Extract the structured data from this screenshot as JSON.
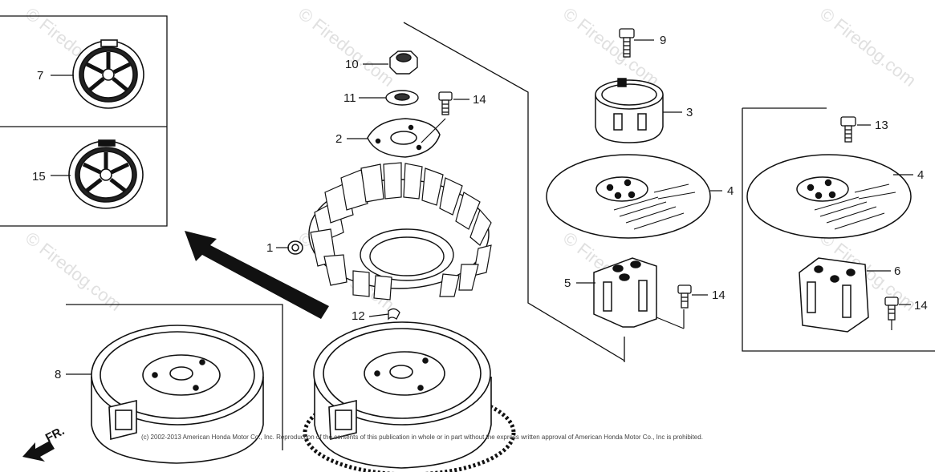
{
  "diagram": {
    "callouts": {
      "c1": "1",
      "c2": "2",
      "c3": "3",
      "c4a": "4",
      "c4b": "4",
      "c5": "5",
      "c6": "6",
      "c7": "7",
      "c8": "8",
      "c9": "9",
      "c10": "10",
      "c11": "11",
      "c12": "12",
      "c13": "13",
      "c14a": "14",
      "c14b": "14",
      "c14c": "14",
      "c15": "15"
    },
    "direction_label": "FR.",
    "copyright": "(c) 2002-2013 American Honda Motor Co., Inc. Reproduction of the contents of this publication in whole or in part without the express written approval of American Honda Motor Co., Inc is prohibited.",
    "watermark": "© Firedog.com"
  }
}
